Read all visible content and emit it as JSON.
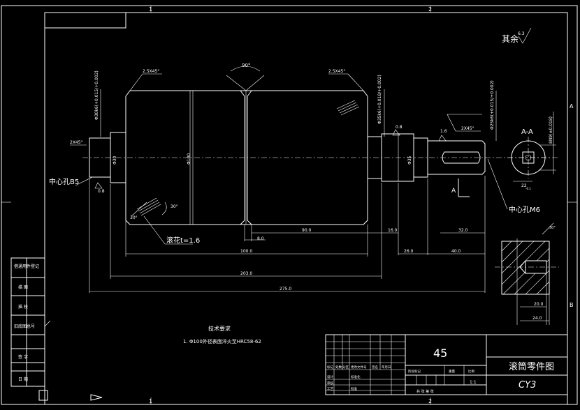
{
  "frame": {
    "zone_numbers_top": [
      "1",
      "2"
    ],
    "zone_letters_right": [
      "A",
      "B"
    ]
  },
  "roughness_note": {
    "label": "其余",
    "value": "6.3"
  },
  "dims": {
    "chamfer_left_top": "2.5X45°",
    "chamfer_right_top": "2.5X45°",
    "groove_angle": "90°",
    "left_tol": "Φ30k6(+0.015/+0.002)",
    "right_tol1": "Φ35k6(+0.018/+0.002)",
    "right_tol2": "Φ25k6(+0.015/+0.002)",
    "chamfer_left_end": "2X45°",
    "chamfer_right_end": "2X45°",
    "left_dia": "Φ30",
    "body_dia": "Φ100",
    "right_dia": "Φ35",
    "center_hole_left": "中心孔B5",
    "center_hole_right": "中心孔M6",
    "knurl_angle": "30°",
    "knurl_label": "滚花t=1.6",
    "rough_08_a": "0.8",
    "rough_08_b": "0.8",
    "rough_16": "1.6",
    "dim_90": "90.0",
    "dim_100": "100.0",
    "dim_8": "8.0",
    "dim_16": "16.0",
    "dim_26": "26.0",
    "dim_40": "40.0",
    "dim_32": "32.0",
    "dim_203": "203.0",
    "dim_275": "275.0",
    "dim_20": "20.0",
    "dim_24": "24.0",
    "section_label": "A-A",
    "section_tol": "8N9(±0.018)",
    "section_dim": "22",
    "section_tol_small": "-0.1",
    "section_marker": "A",
    "detail_angle": "30°"
  },
  "tech_req": {
    "title": "技术要求",
    "item1": "1. Φ100外径表面淬火至HRC58-62"
  },
  "side_table": [
    "借通用件登记",
    "描 图",
    "描 校",
    "旧底图总号",
    "签 字",
    "日 期"
  ],
  "title_block": {
    "material": "45",
    "name": "滚筒零件图",
    "code": "CY3",
    "scale": "1:1",
    "sheet": "共 张 第 张",
    "row_labels": [
      "标记",
      "处数",
      "分区",
      "更改文件号",
      "签名",
      "年月日"
    ],
    "row_labels2": [
      "设计",
      "标准化",
      "审核",
      "工艺",
      "批准"
    ],
    "stage_labels": [
      "阶段标记",
      "重量",
      "比例"
    ]
  }
}
